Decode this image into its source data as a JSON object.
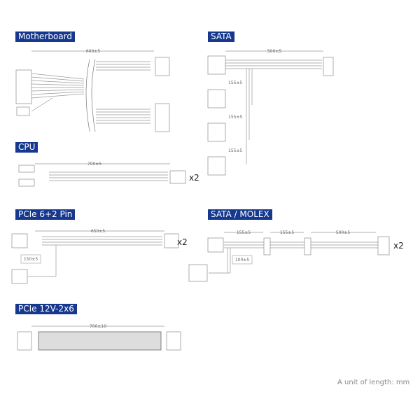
{
  "sections": {
    "motherboard": {
      "title": "Motherboard",
      "length": "600±5"
    },
    "sata": {
      "title": "SATA",
      "length": "500±5",
      "segments": [
        "155±5",
        "155±5",
        "155±5"
      ]
    },
    "cpu": {
      "title": "CPU",
      "length": "700±5",
      "quantity": "x2"
    },
    "pcie62": {
      "title": "PCIe 6+2 Pin",
      "length": "650±5",
      "branch": "150±5",
      "quantity": "x2"
    },
    "sata_molex": {
      "title": "SATA / MOLEX",
      "segments": [
        "155±5",
        "155±5",
        "500±5"
      ],
      "branch": "100±5",
      "quantity": "x2"
    },
    "pcie12v": {
      "title": "PCIe 12V-2x6",
      "length": "700±10"
    }
  },
  "footer": {
    "unit_note": "A unit of length: mm"
  },
  "colors": {
    "tag_bg": "#16388f",
    "wire": "#9a9a9a"
  }
}
